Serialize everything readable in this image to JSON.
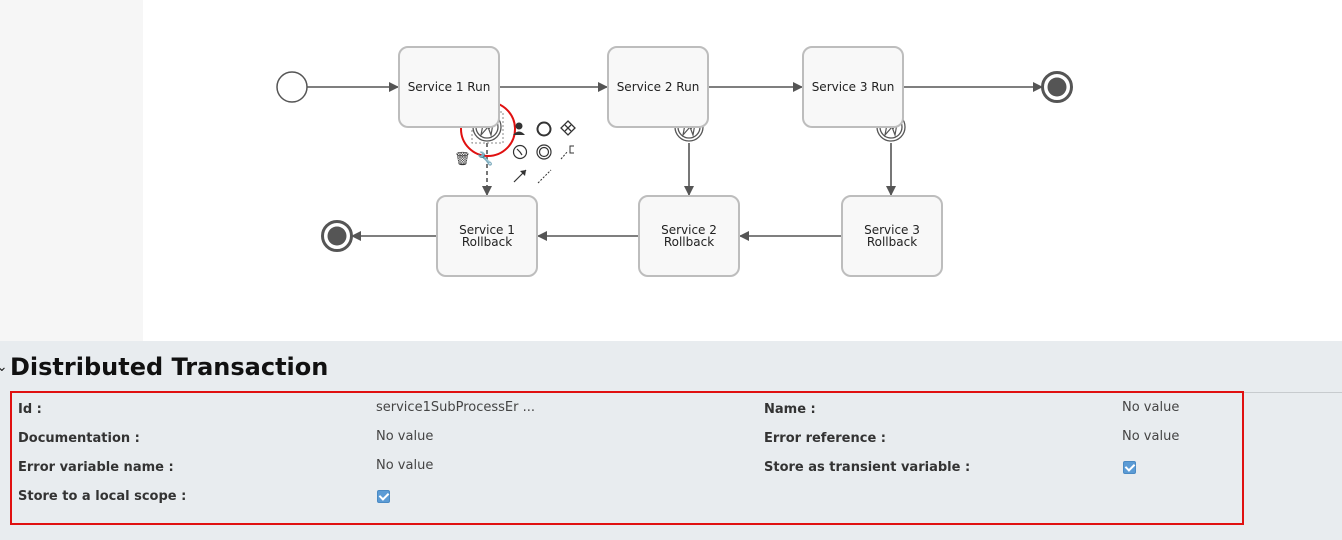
{
  "diagram": {
    "tasks": {
      "s1run": "Service 1 Run",
      "s2run": "Service 2 Run",
      "s3run": "Service 3 Run",
      "s1rb": "Service 1\nRollback",
      "s2rb": "Service 2\nRollback",
      "s3rb": "Service 3\nRollback"
    },
    "context_pad": {
      "delete_glyph": "🗑",
      "wrench_glyph": "🔧"
    }
  },
  "panel": {
    "title": "Distributed Transaction",
    "collapse_glyph": "⌄",
    "properties": {
      "id": {
        "label": "Id :",
        "value": "service1SubProcessEr ..."
      },
      "name": {
        "label": "Name :",
        "value": "No value"
      },
      "documentation": {
        "label": "Documentation :",
        "value": "No value"
      },
      "error_reference": {
        "label": "Error reference :",
        "value": "No value"
      },
      "error_variable_name": {
        "label": "Error variable name :",
        "value": "No value"
      },
      "store_transient": {
        "label": "Store as transient variable :",
        "checked": true
      },
      "store_local_scope": {
        "label": "Store to a local scope :",
        "checked": true
      }
    }
  },
  "colors": {
    "highlight": "#e01010",
    "task_border": "#bdbdbd",
    "panel_bg": "#e8ecef",
    "checkbox": "#5b9bd5"
  }
}
